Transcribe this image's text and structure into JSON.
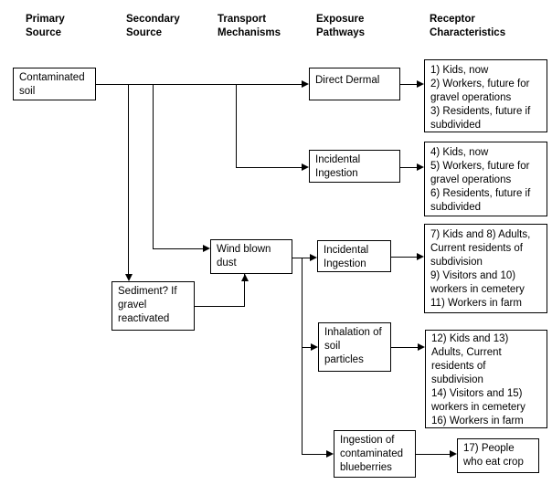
{
  "colors": {
    "background": "#ffffff",
    "line": "#000000",
    "text": "#000000",
    "box_border": "#000000"
  },
  "columns": [
    {
      "id": "primary-source",
      "label": [
        "Primary",
        "Source"
      ]
    },
    {
      "id": "secondary-source",
      "label": [
        "Secondary",
        "Source"
      ]
    },
    {
      "id": "transport-mechanisms",
      "label": [
        "Transport",
        "Mechanisms"
      ]
    },
    {
      "id": "exposure-pathways",
      "label": [
        "Exposure",
        "Pathways"
      ]
    },
    {
      "id": "receptor-characteristics",
      "label": [
        "Receptor",
        "Characteristics"
      ]
    }
  ],
  "nodes": {
    "contaminated_soil": {
      "column": "primary-source",
      "lines": [
        "Contaminated",
        "soil"
      ]
    },
    "sediment": {
      "column": "secondary-source",
      "lines": [
        "Sediment? If",
        "gravel",
        "reactivated"
      ]
    },
    "wind_blown_dust": {
      "column": "transport-mechanisms",
      "lines": [
        "Wind blown",
        "dust"
      ]
    },
    "direct_dermal": {
      "column": "exposure-pathways",
      "lines": [
        "Direct Dermal"
      ]
    },
    "incidental_ingestion_a": {
      "column": "exposure-pathways",
      "lines": [
        "Incidental",
        "Ingestion"
      ]
    },
    "incidental_ingestion_b": {
      "column": "exposure-pathways",
      "lines": [
        "Incidental",
        "Ingestion"
      ]
    },
    "inhalation_soil_particles": {
      "column": "exposure-pathways",
      "lines": [
        "Inhalation of",
        "soil",
        "particles"
      ]
    },
    "ingestion_blueberries": {
      "column": "exposure-pathways",
      "lines": [
        "Ingestion of",
        "contaminated",
        "blueberries"
      ]
    },
    "receptors_1_3": {
      "column": "receptor-characteristics",
      "lines": [
        "1) Kids, now",
        "2) Workers, future for",
        "gravel operations",
        "3) Residents, future if",
        "subdivided"
      ]
    },
    "receptors_4_6": {
      "column": "receptor-characteristics",
      "lines": [
        "4) Kids, now",
        "5) Workers, future for",
        "gravel operations",
        "6) Residents, future if",
        "subdivided"
      ]
    },
    "receptors_7_11": {
      "column": "receptor-characteristics",
      "lines": [
        "7) Kids and 8) Adults,",
        "Current residents of",
        "subdivision",
        "9) Visitors and 10)",
        "workers in cemetery",
        "11) Workers in farm"
      ]
    },
    "receptors_12_16": {
      "column": "receptor-characteristics",
      "lines": [
        "12) Kids and 13)",
        "Adults, Current",
        "residents of",
        "subdivision",
        "14) Visitors and 15)",
        "workers in cemetery",
        "16) Workers in farm"
      ]
    },
    "receptors_17": {
      "column": "receptor-characteristics",
      "lines": [
        "17) People",
        "who eat crop"
      ]
    }
  },
  "edges": [
    {
      "from": "contaminated_soil",
      "to": "direct_dermal"
    },
    {
      "from": "contaminated_soil",
      "to": "incidental_ingestion_a"
    },
    {
      "from": "contaminated_soil",
      "to": "sediment"
    },
    {
      "from": "contaminated_soil",
      "to": "wind_blown_dust"
    },
    {
      "from": "sediment",
      "to": "wind_blown_dust"
    },
    {
      "from": "wind_blown_dust",
      "to": "incidental_ingestion_b"
    },
    {
      "from": "wind_blown_dust",
      "to": "inhalation_soil_particles"
    },
    {
      "from": "wind_blown_dust",
      "to": "ingestion_blueberries"
    },
    {
      "from": "direct_dermal",
      "to": "receptors_1_3"
    },
    {
      "from": "incidental_ingestion_a",
      "to": "receptors_4_6"
    },
    {
      "from": "incidental_ingestion_b",
      "to": "receptors_7_11"
    },
    {
      "from": "inhalation_soil_particles",
      "to": "receptors_12_16"
    },
    {
      "from": "ingestion_blueberries",
      "to": "receptors_17"
    }
  ]
}
